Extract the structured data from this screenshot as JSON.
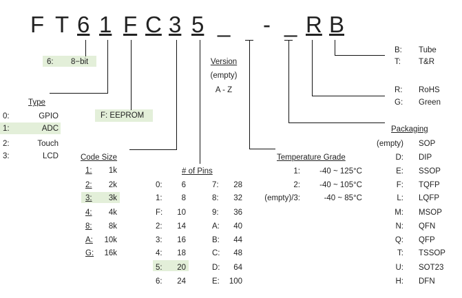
{
  "part": {
    "chars": [
      "F",
      "T",
      "6",
      "1",
      "F",
      "C",
      "3",
      "5",
      "_",
      "-",
      "_",
      "R",
      "B"
    ]
  },
  "bit": {
    "code": "6:",
    "label": "8−bit"
  },
  "eeprom": "F:  EEPROM",
  "version": {
    "title": "Version",
    "empty": "(empty)",
    "range": "A - Z"
  },
  "type": {
    "title": "Type",
    "items": [
      {
        "code": "0:",
        "label": "GPIO"
      },
      {
        "code": "1:",
        "label": "ADC"
      },
      {
        "code": "2:",
        "label": "Touch"
      },
      {
        "code": "3:",
        "label": "LCD"
      }
    ]
  },
  "code_size": {
    "title": "Code Size",
    "items": [
      {
        "code": "1:",
        "label": "1k"
      },
      {
        "code": "2:",
        "label": "2k"
      },
      {
        "code": "3:",
        "label": "3k"
      },
      {
        "code": "4:",
        "label": "4k"
      },
      {
        "code": "8:",
        "label": "8k"
      },
      {
        "code": "A:",
        "label": "10k"
      },
      {
        "code": "G:",
        "label": "16k"
      }
    ]
  },
  "pins": {
    "title": "# of Pins",
    "col1": [
      {
        "code": "0:",
        "label": "6"
      },
      {
        "code": "1:",
        "label": "8"
      },
      {
        "code": "F:",
        "label": "10"
      },
      {
        "code": "2:",
        "label": "14"
      },
      {
        "code": "3:",
        "label": "16"
      },
      {
        "code": "4:",
        "label": "18"
      },
      {
        "code": "5:",
        "label": "20"
      },
      {
        "code": "6:",
        "label": "24"
      }
    ],
    "col2": [
      {
        "code": "7:",
        "label": "28"
      },
      {
        "code": "8:",
        "label": "32"
      },
      {
        "code": "9:",
        "label": "36"
      },
      {
        "code": "A:",
        "label": "40"
      },
      {
        "code": "B:",
        "label": "44"
      },
      {
        "code": "C:",
        "label": "48"
      },
      {
        "code": "D:",
        "label": "64"
      },
      {
        "code": "E:",
        "label": "100"
      }
    ]
  },
  "temperature": {
    "title": "Temperature Grade",
    "items": [
      {
        "code": "1:",
        "label": "-40 ~ 125°C"
      },
      {
        "code": "2:",
        "label": "-40 ~ 105°C"
      },
      {
        "code": "(empty)/3:",
        "label": "-40 ~ 85°C"
      }
    ]
  },
  "packing": {
    "items": [
      {
        "code": "B:",
        "label": "Tube"
      },
      {
        "code": "T:",
        "label": "T&R"
      }
    ]
  },
  "rohs": {
    "items": [
      {
        "code": "R:",
        "label": "RoHS"
      },
      {
        "code": "G:",
        "label": "Green"
      }
    ]
  },
  "packaging": {
    "title": "Packaging",
    "items": [
      {
        "code": "(empty)",
        "label": "SOP"
      },
      {
        "code": "D:",
        "label": "DIP"
      },
      {
        "code": "E:",
        "label": "SSOP"
      },
      {
        "code": "F:",
        "label": "TQFP"
      },
      {
        "code": "L:",
        "label": "LQFP"
      },
      {
        "code": "M:",
        "label": "MSOP"
      },
      {
        "code": "N:",
        "label": "QFN"
      },
      {
        "code": "Q:",
        "label": "QFP"
      },
      {
        "code": "T:",
        "label": "TSSOP"
      },
      {
        "code": "U:",
        "label": "SOT23"
      },
      {
        "code": "H:",
        "label": "DFN"
      }
    ]
  }
}
